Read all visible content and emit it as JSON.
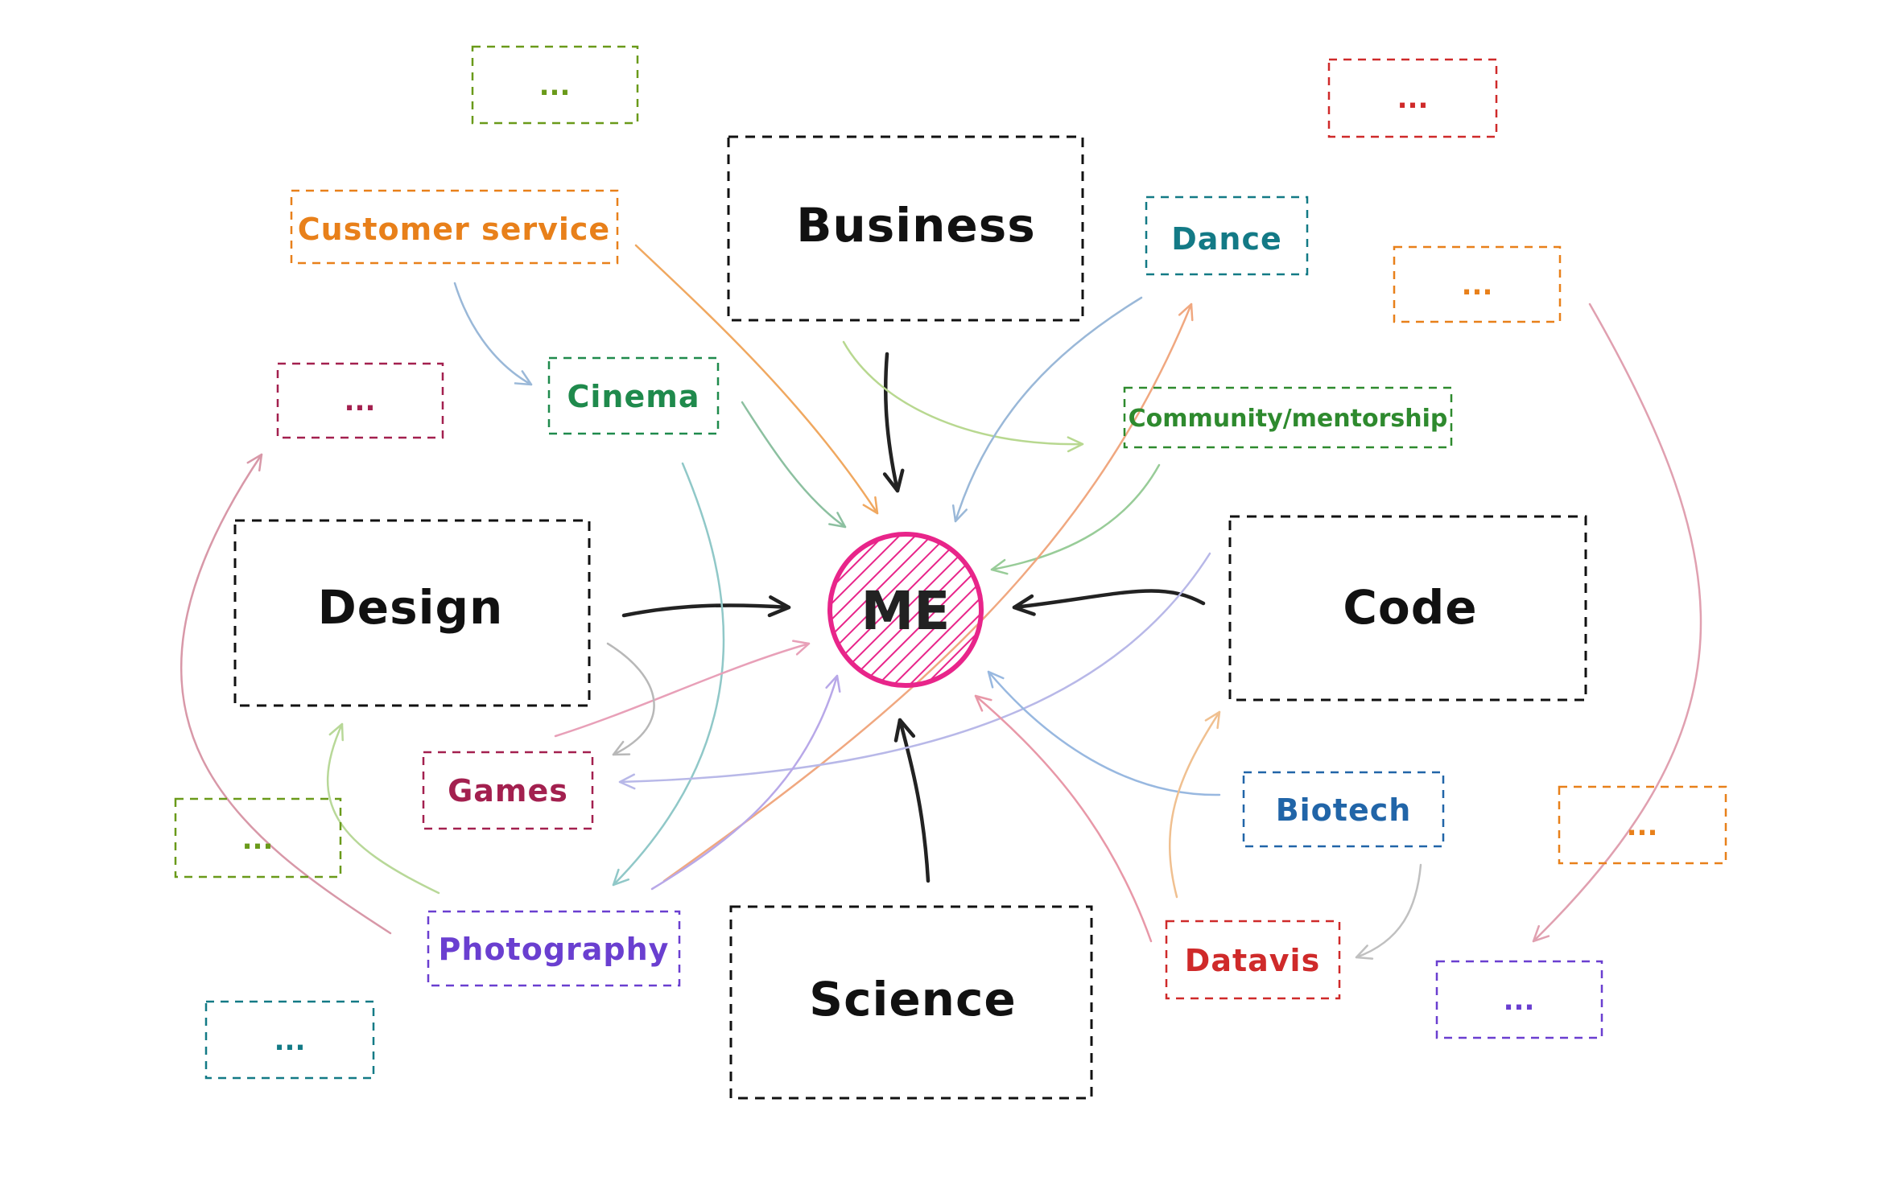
{
  "center": {
    "label": "ME",
    "color": "#e8258a"
  },
  "main_nodes": [
    {
      "id": "business",
      "label": "Business",
      "color": "#111111"
    },
    {
      "id": "design",
      "label": "Design",
      "color": "#111111"
    },
    {
      "id": "code",
      "label": "Code",
      "color": "#111111"
    },
    {
      "id": "science",
      "label": "Science",
      "color": "#111111"
    }
  ],
  "topic_nodes": [
    {
      "id": "customer",
      "label": "Customer service",
      "color": "#e8801a"
    },
    {
      "id": "cinema",
      "label": "Cinema",
      "color": "#1f8a4c"
    },
    {
      "id": "dance",
      "label": "Dance",
      "color": "#137a86"
    },
    {
      "id": "community",
      "label": "Community/mentorship",
      "color": "#2e8a2e"
    },
    {
      "id": "games",
      "label": "Games",
      "color": "#a3204f"
    },
    {
      "id": "photo",
      "label": "Photography",
      "color": "#6a3fd0"
    },
    {
      "id": "biotech",
      "label": "Biotech",
      "color": "#2165a8"
    },
    {
      "id": "datavis",
      "label": "Datavis",
      "color": "#cf2a2a"
    }
  ],
  "placeholder_nodes": [
    {
      "id": "dots_green_top",
      "label": "...",
      "color": "#6a9a1a"
    },
    {
      "id": "dots_red_top",
      "label": "...",
      "color": "#cf2a2a"
    },
    {
      "id": "dots_orange_right",
      "label": "...",
      "color": "#e8801a"
    },
    {
      "id": "dots_crimson",
      "label": "...",
      "color": "#a3204f"
    },
    {
      "id": "dots_green_left",
      "label": "...",
      "color": "#6a9a1a"
    },
    {
      "id": "dots_orange_bottom",
      "label": "...",
      "color": "#e8801a"
    },
    {
      "id": "dots_teal_bottom",
      "label": "...",
      "color": "#137a86"
    },
    {
      "id": "dots_purple_bottom",
      "label": "...",
      "color": "#6a3fd0"
    }
  ]
}
